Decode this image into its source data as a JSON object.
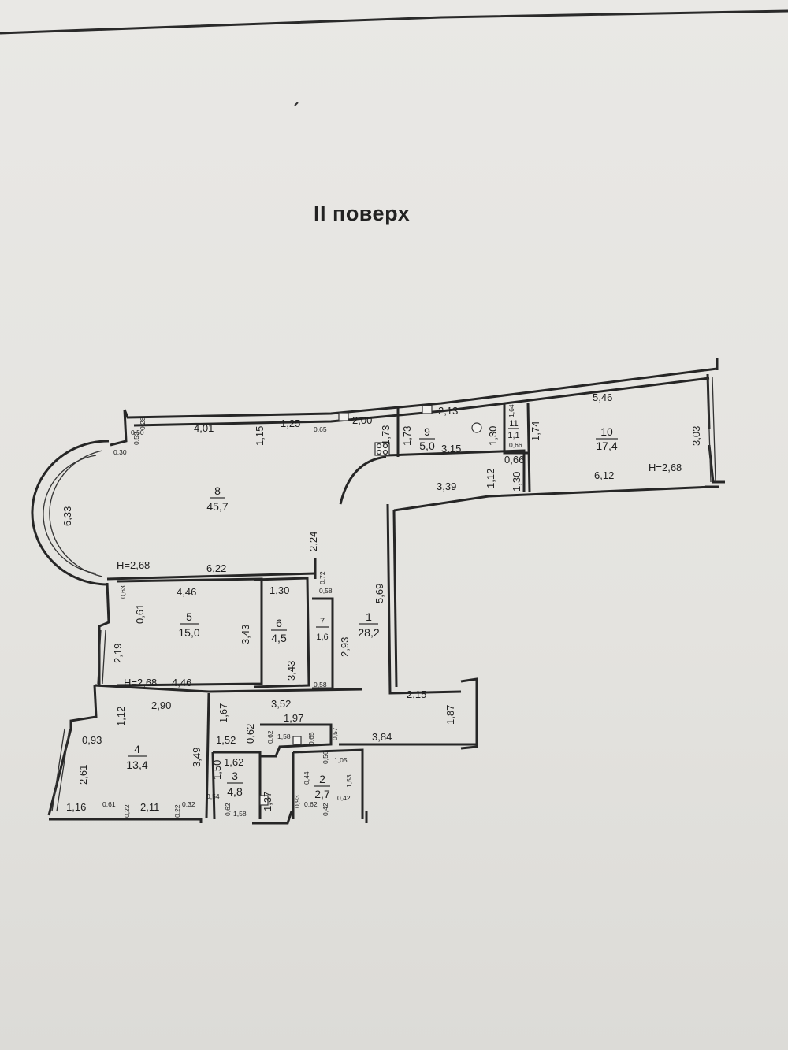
{
  "title": "II поверх",
  "rooms": [
    {
      "num": "1",
      "area": "28,2"
    },
    {
      "num": "2",
      "area": "2,7"
    },
    {
      "num": "3",
      "area": "4,8"
    },
    {
      "num": "4",
      "area": "13,4"
    },
    {
      "num": "5",
      "area": "15,0"
    },
    {
      "num": "6",
      "area": "4,5"
    },
    {
      "num": "7",
      "area": "1,6"
    },
    {
      "num": "8",
      "area": "45,7"
    },
    {
      "num": "9",
      "area": "5,0"
    },
    {
      "num": "10",
      "area": "17,4"
    },
    {
      "num": "11",
      "area": "1,1"
    }
  ],
  "heights": [
    "H=2,68",
    "H=2,68",
    "H=2,68"
  ],
  "dims": [
    "4,01",
    "1,15",
    "1,25",
    "0,65",
    "2,00",
    "1,73",
    "1,73",
    "2,13",
    "1,30",
    "3,15",
    "5,46",
    "1,74",
    "3,03",
    "0,66",
    "1,12",
    "1,30",
    "6,12",
    "3,39",
    "6,33",
    "2,24",
    "6,22",
    "4,46",
    "1,30",
    "0,72",
    "0,58",
    "0,61",
    "3,43",
    "3,43",
    "2,93",
    "5,69",
    "2,19",
    "4,46",
    "0,58",
    "3,52",
    "2,90",
    "1,12",
    "1,67",
    "1,97",
    "2,15",
    "1,87",
    "0,93",
    "3,49",
    "1,52",
    "0,62",
    "3,84",
    "2,61",
    "1,62",
    "1,50",
    "1,37",
    "1,05",
    "1,53",
    "1,16",
    "0,61",
    "2,11",
    "0,32",
    "0,54",
    "0,22",
    "0,22",
    "0,62",
    "1,58",
    "0,93",
    "0,44",
    "0,62",
    "0,42",
    "0,42",
    "0,56",
    "0,57",
    "0,65",
    "1,58",
    "0,62",
    "0,50",
    "0,30",
    "0,28",
    "0,53",
    "0,63",
    "0,66",
    "1,64"
  ]
}
